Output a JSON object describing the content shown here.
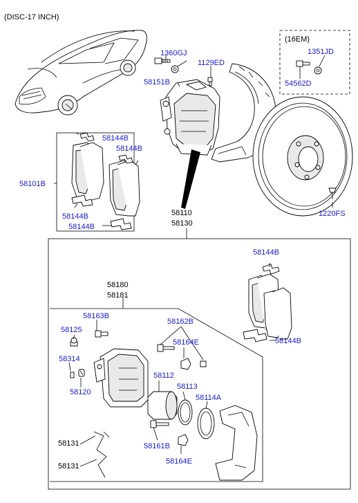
{
  "header": "(DISC-17 INCH)",
  "inset_title": "(16EM)",
  "labels": {
    "l1360GJ": "1360GJ",
    "l1129ED": "1129ED",
    "l58151B": "58151B",
    "l1351JD": "1351JD",
    "l54562D": "54562D",
    "l1220FS": "1220FS",
    "l58101B": "58101B",
    "pad_clip_top": "58144B",
    "pad_clip_top2": "58144B",
    "pad_clip_bot": "58144B",
    "pad_clip_bot2": "58144B",
    "l58110": "58110",
    "l58130": "58130",
    "box_clip_top": "58144B",
    "box_clip_right": "58144B",
    "l58180": "58180",
    "l58181": "58181",
    "l58163B": "58163B",
    "l58162B": "58162B",
    "l58125": "58125",
    "l58164E_a": "58164E",
    "l58314": "58314",
    "l58112": "58112",
    "l58113": "58113",
    "l58114A": "58114A",
    "l58120": "58120",
    "l58131_a": "58131",
    "l58161B": "58161B",
    "l58131_b": "58131",
    "l58164E_b": "58164E"
  },
  "colors": {
    "label": "#1a1ad0",
    "line": "#000000"
  }
}
